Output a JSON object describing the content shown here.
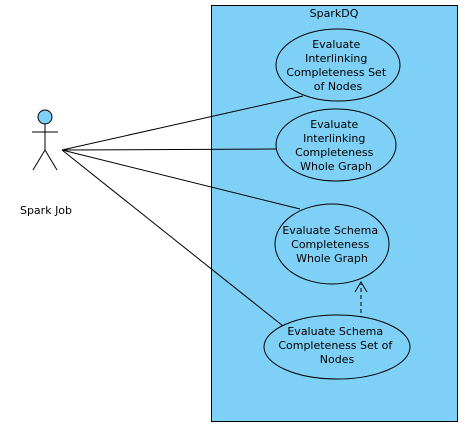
{
  "system": {
    "name": "SparkDQ",
    "fill_color": "#7fd0f6"
  },
  "actor": {
    "name": "Spark Job",
    "head_color": "#7fd0f6"
  },
  "use_cases": [
    {
      "id": "uc-interlinking-set",
      "lines": [
        "Evaluate",
        "Interlinking",
        "Completeness Set",
        "of Nodes"
      ]
    },
    {
      "id": "uc-interlinking-whole",
      "lines": [
        "Evaluate",
        "Interlinking",
        "Completeness",
        "Whole Graph"
      ]
    },
    {
      "id": "uc-schema-whole",
      "lines": [
        "Evaluate Schema",
        "Completeness",
        "Whole Graph"
      ]
    },
    {
      "id": "uc-schema-set",
      "lines": [
        "Evaluate Schema",
        "Completeness Set of",
        "Nodes"
      ]
    }
  ],
  "relationships": [
    {
      "type": "association",
      "from": "actor",
      "to": "uc-interlinking-set"
    },
    {
      "type": "association",
      "from": "actor",
      "to": "uc-interlinking-whole"
    },
    {
      "type": "association",
      "from": "actor",
      "to": "uc-schema-whole"
    },
    {
      "type": "association",
      "from": "actor",
      "to": "uc-schema-set"
    },
    {
      "type": "dependency",
      "from": "uc-schema-set",
      "to": "uc-schema-whole"
    }
  ]
}
